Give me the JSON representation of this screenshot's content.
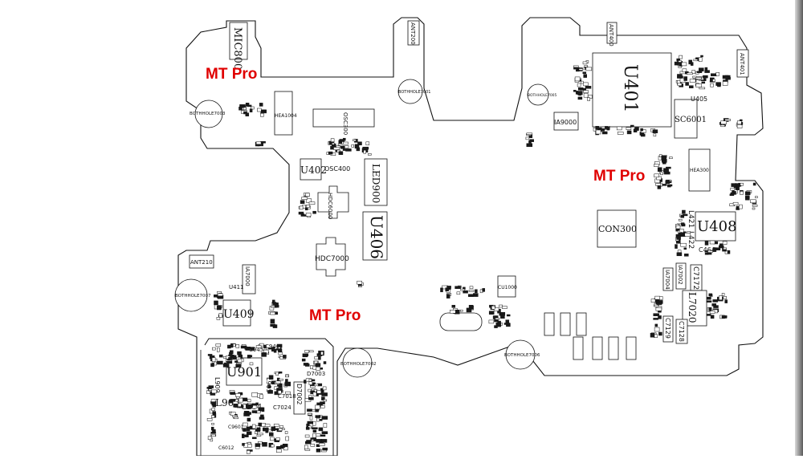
{
  "watermarks": [
    "MT Pro",
    "MT Pro",
    "MT Pro"
  ],
  "components": {
    "mic800": "MIC800",
    "ant200": "ANT200",
    "ant400": "ANT400",
    "ant401": "ANT401",
    "u401": "U401",
    "u402": "U402",
    "u406": "U406",
    "u408": "U408",
    "u409": "U409",
    "u901": "U901",
    "led900": "LED900",
    "con300": "CON300",
    "hdc7000": "HDC7000",
    "hdc6000": "HDC6000",
    "osc400": "OSC400",
    "osc300": "OSC300",
    "hea1004": "HEA1004",
    "hea300": "HEA300",
    "sc6001": "SC6001",
    "ia9000": "IA9000",
    "ia7000": "IA7000",
    "ia7002": "IA7002",
    "ia7004": "IA7004",
    "ant210": "ANT210",
    "bothhole7003": "BOTHHOLE7003",
    "bothhole7001": "BOTHHOLE7001",
    "bothhole7002": "BOTHHOLE7002",
    "bothhole7005": "BOTHHOLE7005",
    "bothhole7006": "BOTHHOLE7006",
    "bothhole7007": "BOTHHOLE7007",
    "u411": "U411",
    "cu1000": "CU1000",
    "c464": "C464",
    "c7128": "C7128",
    "c7129": "C7129",
    "l7020": "L7020",
    "c7172": "C7172",
    "d7002": "D7002",
    "d7003": "D7003",
    "c7018": "C7018",
    "c7024": "C7024",
    "l903": "L903",
    "l905": "L905",
    "l909": "L909",
    "c904": "C904",
    "c945": "C945",
    "c946": "C946",
    "c9601": "C9601",
    "c6012": "C6012",
    "l422": "L422",
    "l421": "L421"
  },
  "colors": {
    "watermark": "#e00000",
    "ink": "#111111",
    "board_bg": "#ffffff"
  }
}
